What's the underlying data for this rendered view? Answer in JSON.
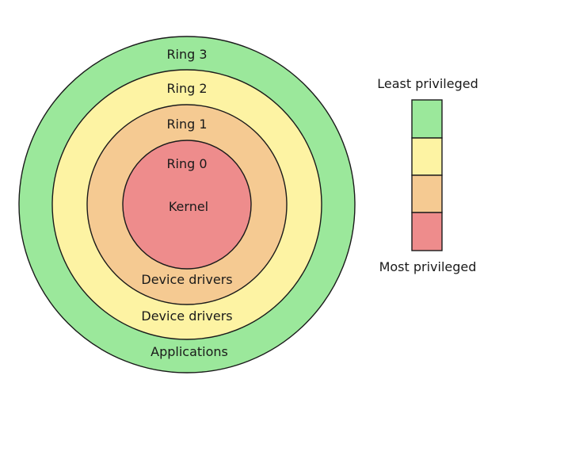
{
  "rings": [
    {
      "ring_label": "Ring 3",
      "content_label": "Applications",
      "color": "#9be89b"
    },
    {
      "ring_label": "Ring 2",
      "content_label": "Device drivers",
      "color": "#fdf3a3"
    },
    {
      "ring_label": "Ring 1",
      "content_label": "Device drivers",
      "color": "#f5ca92"
    },
    {
      "ring_label": "Ring 0",
      "content_label": "Kernel",
      "color": "#ee8c8c"
    }
  ],
  "legend": {
    "top_label": "Least privileged",
    "bottom_label": "Most privileged",
    "colors": [
      "#9be89b",
      "#fdf3a3",
      "#f5ca92",
      "#ee8c8c"
    ]
  }
}
